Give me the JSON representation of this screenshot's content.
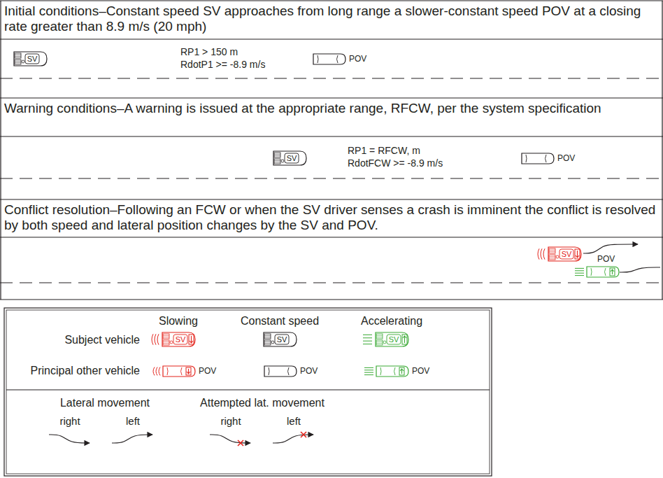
{
  "diagram": {
    "nodes": [
      {
        "text": [
          "Initial conditions–Constant speed SV approaches from long range a slower-constant speed POV at a closing rate greater than 8.9 m/s (20 mph)"
        ]
      },
      {
        "text": [
          "SV"
        ],
        "in": 0
      },
      {
        "text": [
          "POV"
        ],
        "in": 0
      },
      {
        "text": [
          "Warning conditions–A warning is issued at the appropriate range, RFCW, per the system specification"
        ]
      },
      {
        "text": [
          "SV"
        ],
        "in": 3
      },
      {
        "text": [
          "POV"
        ],
        "in": 3
      },
      {
        "text": [
          "Conflict resolution–Following an FCW or when the SV driver senses a crash is imminent the conflict is resolved by both speed and lateral position changes by the SV and POV."
        ]
      },
      {
        "text": [
          "SV"
        ],
        "in": 6
      },
      {
        "text": [
          "POV"
        ],
        "in": 6
      },
      {
        "text": [
          "SV"
        ]
      },
      {
        "text": [
          "SV"
        ]
      },
      {
        "text": [
          "SV"
        ]
      },
      {
        "text": [
          "POV"
        ]
      },
      {
        "text": [
          "POV"
        ]
      },
      {
        "text": [
          "POV"
        ]
      }
    ],
    "labels": [
      "RP1 > 150 m",
      "RdotP1 >= -8.9 m/s",
      "RP1 = RFCW, m",
      "RdotFCW >= -8.9 m/s",
      "Slowing",
      "Constant speed",
      "Accelerating",
      "Subject vehicle",
      "Principal other vehicle",
      "Lateral movement",
      "Attempted lat. movement",
      "right",
      "left",
      "right",
      "left"
    ]
  }
}
